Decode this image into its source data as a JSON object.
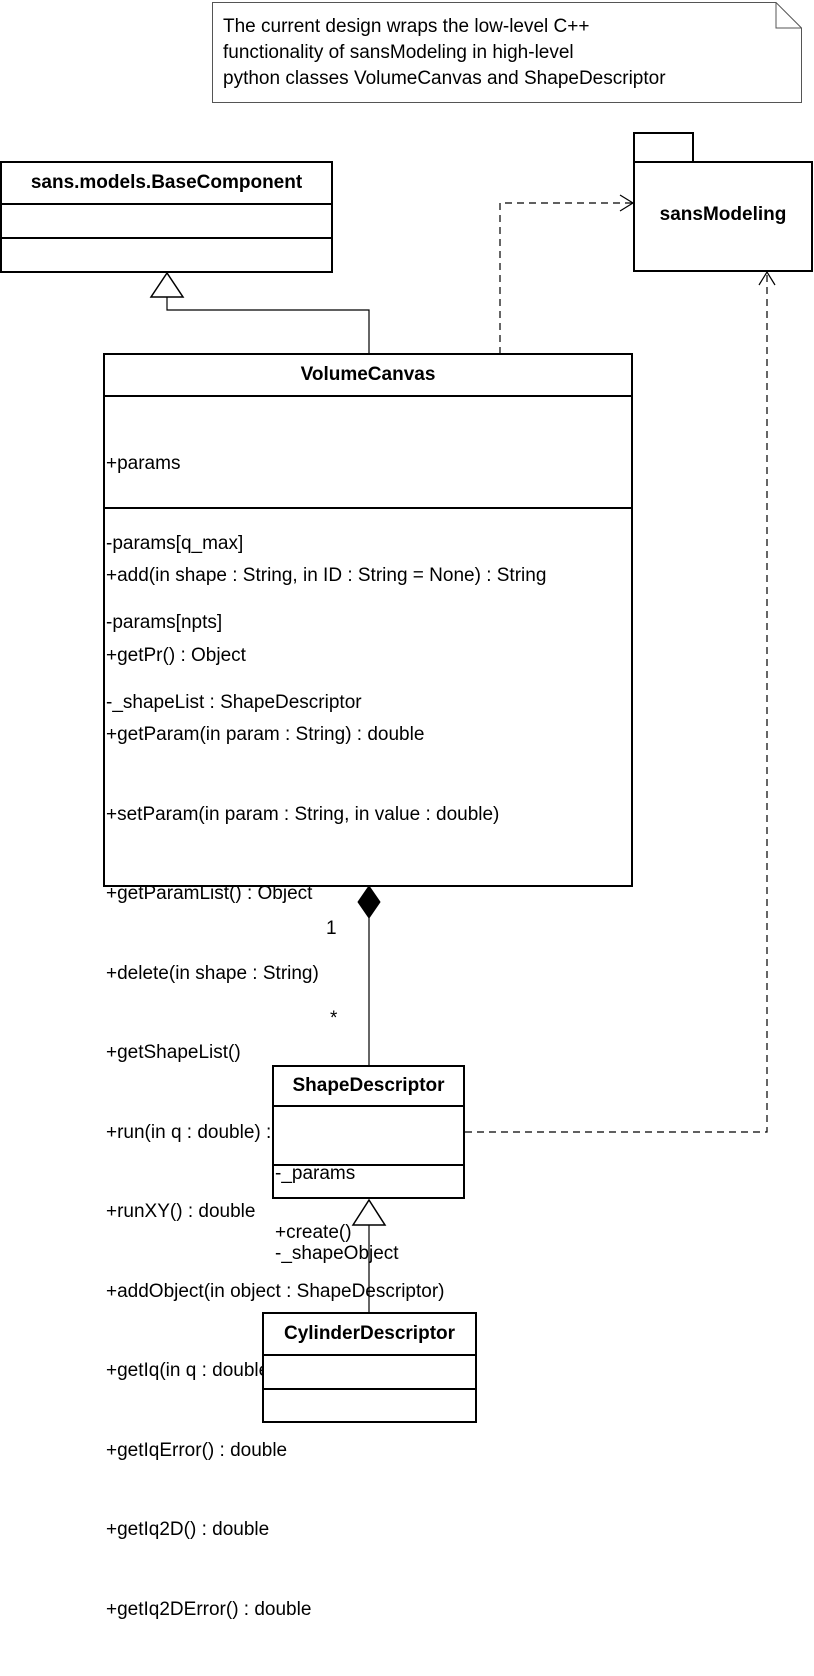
{
  "note": {
    "lines": [
      "The current design wraps the low-level C++",
      "functionality of sansModeling in high-level",
      "python classes VolumeCanvas and ShapeDescriptor"
    ]
  },
  "package": {
    "name": "sansModeling"
  },
  "classes": {
    "base_component": {
      "name": "sans.models.BaseComponent",
      "attributes": [],
      "operations": []
    },
    "volume_canvas": {
      "name": "VolumeCanvas",
      "attributes": [
        "+params",
        "-params[q_max]",
        "-params[npts]",
        "-_shapeList : ShapeDescriptor"
      ],
      "operations": [
        "+add(in shape : String, in ID : String = None) : String",
        "+getPr() : Object",
        "+getParam(in param : String) : double",
        "+setParam(in param : String, in value : double)",
        "+getParamList() : Object",
        "+delete(in shape : String)",
        "+getShapeList()",
        "+run(in q : double) : double",
        "+runXY() : double",
        "+addObject(in object : ShapeDescriptor)",
        "+getIq(in q : double) : double",
        "+getIqError() : double",
        "+getIq2D() : double",
        "+getIq2DError() : double"
      ]
    },
    "shape_descriptor": {
      "name": "ShapeDescriptor",
      "attributes": [
        "-_params",
        "-_shapeObject"
      ],
      "operations": [
        "+create()"
      ]
    },
    "cylinder_descriptor": {
      "name": "CylinderDescriptor",
      "attributes": [],
      "operations": []
    }
  },
  "composition": {
    "whole_multiplicity": "1",
    "part_multiplicity": "*"
  }
}
